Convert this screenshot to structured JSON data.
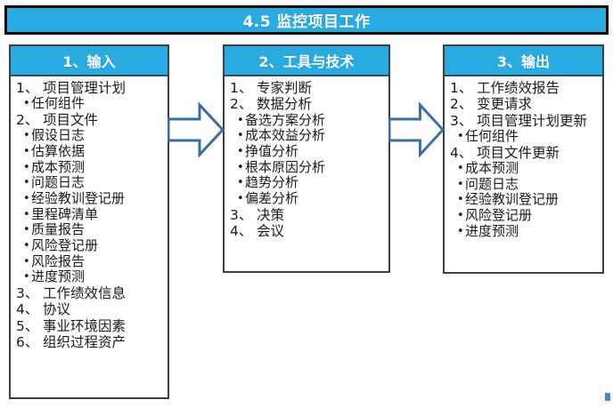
{
  "header": {
    "title": "4.5 监控项目工作",
    "bg_color": "#29ABE2",
    "border_color": "#000000",
    "text_color": "#FFFFFF"
  },
  "diagram": {
    "type": "itto-three-column",
    "accent_color": "#29ABE2",
    "arrow_stroke_color": "#3A6DA0",
    "arrow_fill_color": "#FFFFFF",
    "columns": [
      {
        "id": "inputs",
        "header": "1、输入",
        "items": [
          {
            "marker": "1、",
            "type": "numbered",
            "label": "项目管理计划"
          },
          {
            "marker": "•",
            "type": "bullet",
            "label": "任何组件"
          },
          {
            "marker": "2、",
            "type": "numbered",
            "label": "项目文件"
          },
          {
            "marker": "•",
            "type": "bullet",
            "label": "假设日志"
          },
          {
            "marker": "•",
            "type": "bullet",
            "label": "估算依据"
          },
          {
            "marker": "•",
            "type": "bullet",
            "label": "成本预测"
          },
          {
            "marker": "•",
            "type": "bullet",
            "label": "问题日志"
          },
          {
            "marker": "•",
            "type": "bullet",
            "label": "经验教训登记册"
          },
          {
            "marker": "•",
            "type": "bullet",
            "label": "里程碑清单"
          },
          {
            "marker": "•",
            "type": "bullet",
            "label": "质量报告"
          },
          {
            "marker": "•",
            "type": "bullet",
            "label": "风险登记册"
          },
          {
            "marker": "•",
            "type": "bullet",
            "label": "风险报告"
          },
          {
            "marker": "•",
            "type": "bullet",
            "label": "进度预测"
          },
          {
            "marker": "3、",
            "type": "numbered",
            "label": "工作绩效信息"
          },
          {
            "marker": "4、",
            "type": "numbered",
            "label": "协议"
          },
          {
            "marker": "5、",
            "type": "numbered",
            "label": "事业环境因素"
          },
          {
            "marker": "6、",
            "type": "numbered",
            "label": "组织过程资产"
          }
        ]
      },
      {
        "id": "tools",
        "header": "2、工具与技术",
        "items": [
          {
            "marker": "1、",
            "type": "numbered",
            "label": "专家判断"
          },
          {
            "marker": "2、",
            "type": "numbered",
            "label": "数据分析"
          },
          {
            "marker": "•",
            "type": "bullet",
            "label": "备选方案分析"
          },
          {
            "marker": "•",
            "type": "bullet",
            "label": "成本效益分析"
          },
          {
            "marker": "•",
            "type": "bullet",
            "label": "挣值分析"
          },
          {
            "marker": "•",
            "type": "bullet",
            "label": "根本原因分析"
          },
          {
            "marker": "•",
            "type": "bullet",
            "label": "趋势分析"
          },
          {
            "marker": "•",
            "type": "bullet",
            "label": "偏差分析"
          },
          {
            "marker": "3、",
            "type": "numbered",
            "label": "决策"
          },
          {
            "marker": "4、",
            "type": "numbered",
            "label": "会议"
          }
        ]
      },
      {
        "id": "outputs",
        "header": "3、输出",
        "items": [
          {
            "marker": "1、",
            "type": "numbered",
            "label": "工作绩效报告"
          },
          {
            "marker": "2、",
            "type": "numbered",
            "label": "变更请求"
          },
          {
            "marker": "3、",
            "type": "numbered",
            "label": "项目管理计划更新"
          },
          {
            "marker": "•",
            "type": "bullet",
            "label": "任何组件"
          },
          {
            "marker": "4、",
            "type": "numbered",
            "label": "项目文件更新"
          },
          {
            "marker": "•",
            "type": "bullet",
            "label": "成本预测"
          },
          {
            "marker": "•",
            "type": "bullet",
            "label": "问题日志"
          },
          {
            "marker": "•",
            "type": "bullet",
            "label": "经验教训登记册"
          },
          {
            "marker": "•",
            "type": "bullet",
            "label": "风险登记册"
          },
          {
            "marker": "•",
            "type": "bullet",
            "label": "进度预测"
          }
        ]
      }
    ],
    "arrows": [
      {
        "id": "arrow-inputs-to-tools",
        "direction": "right"
      },
      {
        "id": "arrow-tools-to-outputs",
        "direction": "right"
      }
    ]
  }
}
